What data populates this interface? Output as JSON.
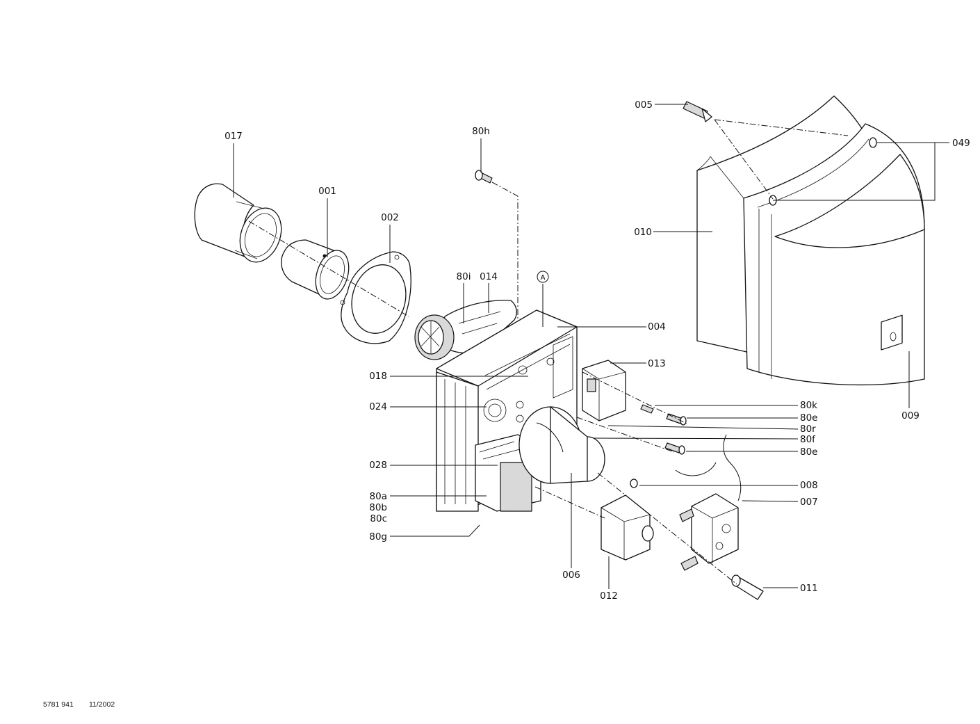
{
  "parts": {
    "p017": "017",
    "p001": "001",
    "p002": "002",
    "p80h": "80h",
    "p80i": "80i",
    "p014": "014",
    "pA": "A",
    "p004": "004",
    "p013": "013",
    "p018": "018",
    "p024": "024",
    "p028": "028",
    "p80a": "80a",
    "p80b": "80b",
    "p80c": "80c",
    "p80g": "80g",
    "p006": "006",
    "p012": "012",
    "p80k": "80k",
    "p80e_1": "80e",
    "p80r": "80r",
    "p80f": "80f",
    "p80e_2": "80e",
    "p008": "008",
    "p007": "007",
    "p011": "011",
    "p005": "005",
    "p049": "049",
    "p010": "010",
    "p009": "009"
  },
  "footer": {
    "doc_number": "5781 941",
    "date": "11/2002"
  }
}
